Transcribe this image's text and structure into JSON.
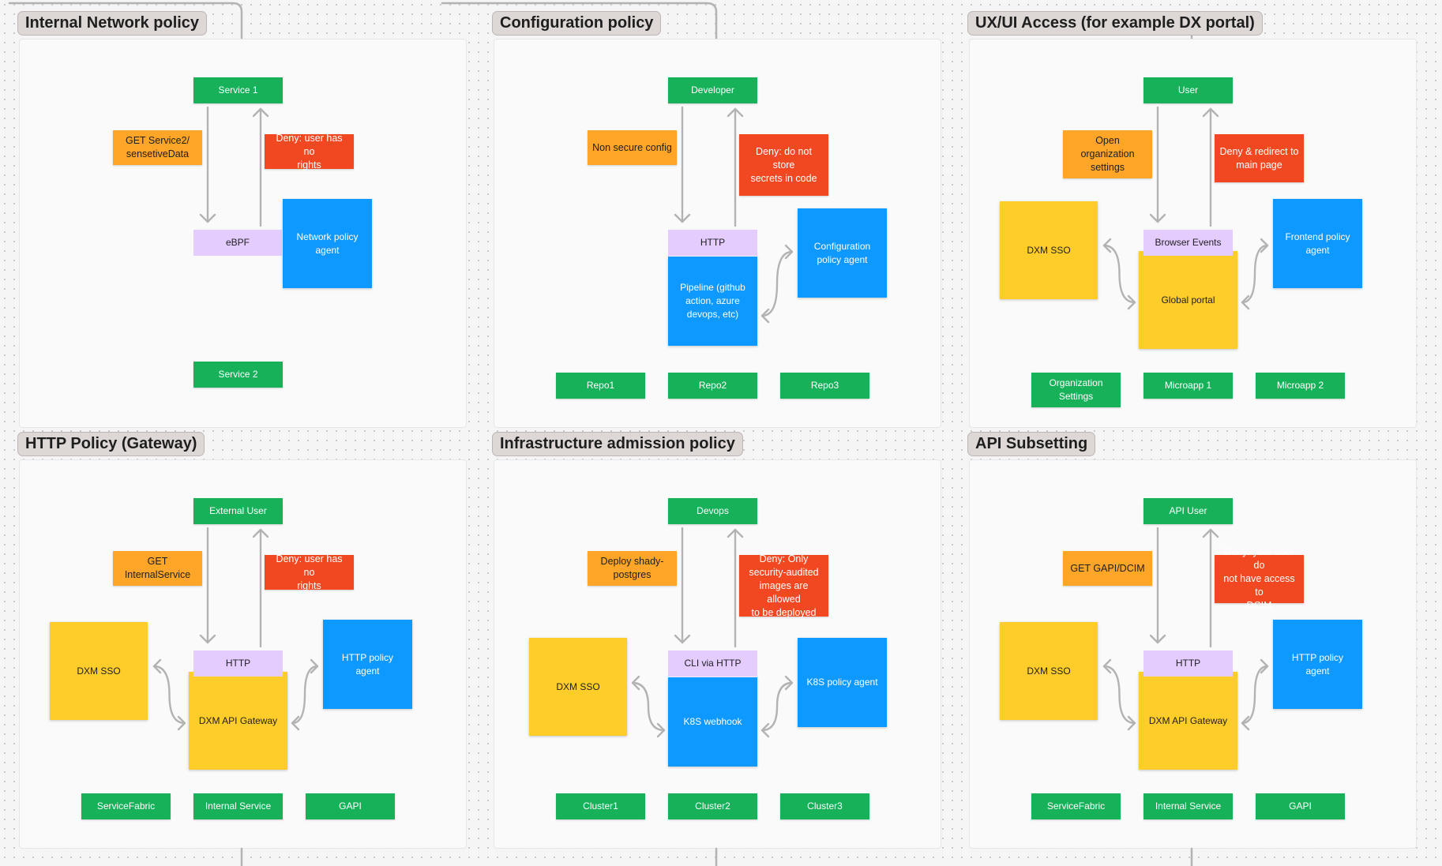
{
  "colors": {
    "green": "#17b15a",
    "orange": "#ffa629",
    "red": "#f24822",
    "blue": "#0d99ff",
    "yellow": "#ffcd29",
    "lilac": "#e4ccff",
    "connector": "#b3b3b3"
  },
  "sections": [
    {
      "id": "internal-network",
      "title": "Internal Network policy",
      "nodes": {
        "top": "Service 1",
        "request": "GET Service2/\nsensetiveData",
        "deny": "Deny: user has no\nrights",
        "middle": "eBPF",
        "agent": "Network policy\nagent",
        "bottom": [
          "Service 2"
        ]
      }
    },
    {
      "id": "configuration",
      "title": "Configuration policy",
      "nodes": {
        "top": "Developer",
        "request": "Non secure config",
        "deny": "Deny: do not store\nsecrets in code",
        "middle": "HTTP",
        "core": "Pipeline (github\naction, azure\ndevops, etc)",
        "agent": "Configuration\npolicy agent",
        "bottom": [
          "Repo1",
          "Repo2",
          "Repo3"
        ]
      }
    },
    {
      "id": "ux-ui-access",
      "title": "UX/UI Access (for example DX portal)",
      "nodes": {
        "top": "User",
        "request": "Open organization\nsettings",
        "deny": "Deny & redirect to\nmain page",
        "middle": "Browser Events",
        "core": "Global portal",
        "sso": "DXM SSO",
        "agent": "Frontend policy\nagent",
        "bottom": [
          "Organization\nSettings",
          "Microapp 1",
          "Microapp 2"
        ]
      }
    },
    {
      "id": "http-gateway",
      "title": "HTTP Policy (Gateway)",
      "nodes": {
        "top": "External User",
        "request": "GET\nInternalService",
        "deny": "Deny: user has no\nrights",
        "middle": "HTTP",
        "core": "DXM API Gateway",
        "sso": "DXM SSO",
        "agent": "HTTP policy\nagent",
        "bottom": [
          "ServiceFabric",
          "Internal Service",
          "GAPI"
        ]
      }
    },
    {
      "id": "infra-admission",
      "title": "Infrastructure admission policy",
      "nodes": {
        "top": "Devops",
        "request": "Deploy shady-\npostgres",
        "deny": "Deny: Only\nsecurity-audited\nimages are allowed\nto be deployed",
        "middle": "CLI via HTTP",
        "core": "K8S webhook",
        "sso": "DXM SSO",
        "agent": "K8S policy agent",
        "bottom": [
          "Cluster1",
          "Cluster2",
          "Cluster3"
        ]
      }
    },
    {
      "id": "api-subsetting",
      "title": "API Subsetting",
      "nodes": {
        "top": "API User",
        "request": "GET GAPI/DCIM",
        "deny": "Deny: your user do\nnot have access to\nDCIM",
        "middle": "HTTP",
        "core": "DXM API Gateway",
        "sso": "DXM SSO",
        "agent": "HTTP policy\nagent",
        "bottom": [
          "ServiceFabric",
          "Internal Service",
          "GAPI"
        ]
      }
    }
  ]
}
